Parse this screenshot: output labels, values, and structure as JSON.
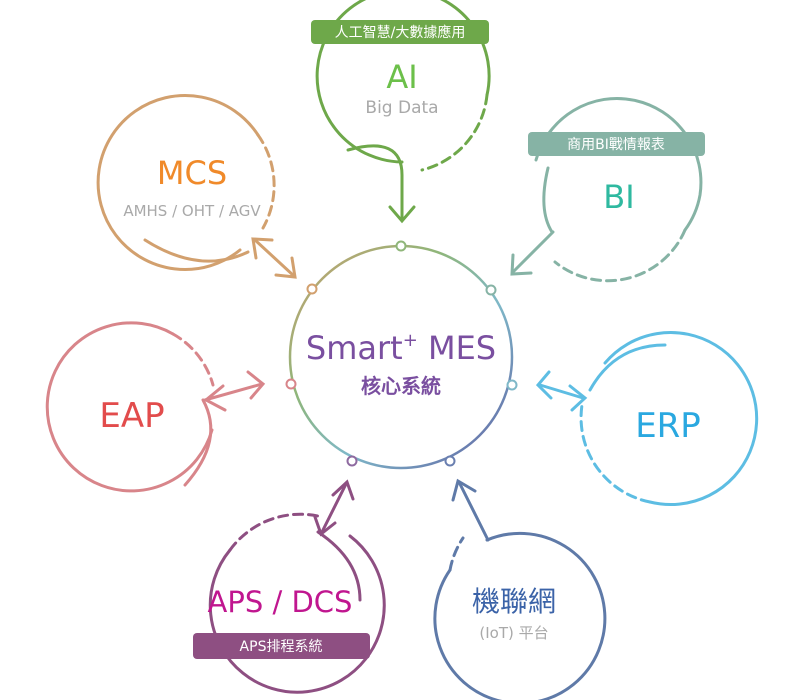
{
  "center": {
    "title_main": "Smart",
    "title_sup": "+",
    "title_suffix": " MES",
    "subtitle": "核心系統",
    "color": "#7a4fa0"
  },
  "modules": {
    "ai": {
      "title": "AI",
      "subtitle": "Big Data",
      "tag": "人工智慧/大數據應用",
      "color": "#6ea84a",
      "title_color": "#6cc04a"
    },
    "bi": {
      "title": "BI",
      "tag": "商用BI戰情報表",
      "color": "#86b3a5",
      "title_color": "#2fb9a0"
    },
    "mcs": {
      "title": "MCS",
      "subtitle": "AMHS / OHT / AGV",
      "color": "#d2a06e",
      "title_color": "#f08a2a"
    },
    "eap": {
      "title": "EAP",
      "color": "#d8858a",
      "title_color": "#e24c4c"
    },
    "erp": {
      "title": "ERP",
      "color": "#5dbde3",
      "title_color": "#2aa8e0"
    },
    "aps": {
      "title": "APS / DCS",
      "tag": "APS排程系統",
      "color": "#8e4f82",
      "title_color": "#c0168f",
      "tag_bg": "#8e4f82"
    },
    "iot": {
      "title": "機聯網",
      "subtitle": "(IoT) 平台",
      "color": "#5f7aa8",
      "title_color": "#3b63a8"
    }
  },
  "colors": {
    "subtitle_gray": "#a9a9a9"
  }
}
